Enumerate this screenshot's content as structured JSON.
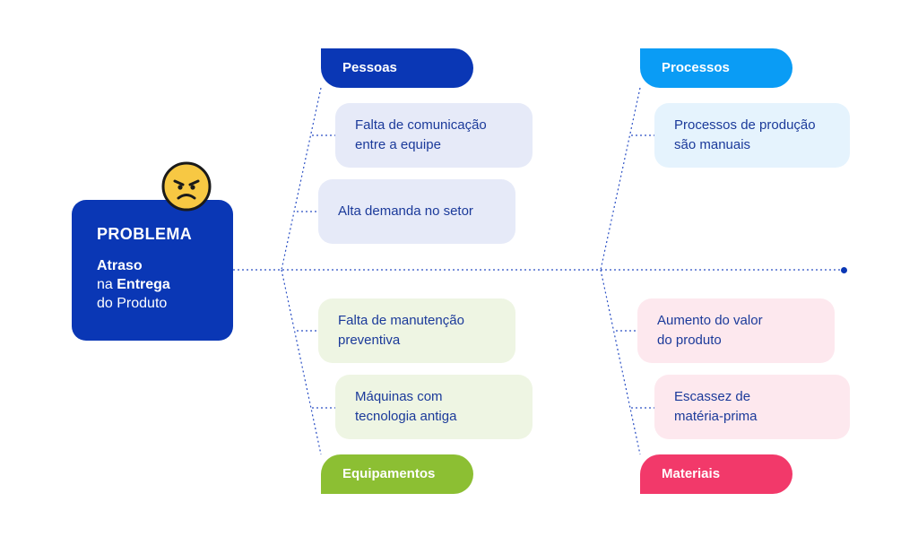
{
  "problem": {
    "title": "PROBLEMA",
    "line1": "Atraso",
    "line2_prefix": "na ",
    "line2_bold": "Entrega",
    "line3": "do Produto"
  },
  "categories": {
    "pessoas": {
      "label": "Pessoas",
      "color": "#0a37b5"
    },
    "processos": {
      "label": "Processos",
      "color": "#0a9cf5"
    },
    "equipamentos": {
      "label": "Equipamentos",
      "color": "#8cbf33"
    },
    "materiais": {
      "label": "Materiais",
      "color": "#f2396a"
    }
  },
  "causes": {
    "pessoas": [
      "Falta de comunicação\nentre a equipe",
      "Alta demanda no setor"
    ],
    "processos": [
      "Processos de produção\nsão manuais"
    ],
    "equipamentos": [
      "Falta de manutenção\npreventiva",
      "Máquinas com\ntecnologia antiga"
    ],
    "materiais": [
      "Aumento do valor\ndo produto",
      "Escassez de\nmatéria-prima"
    ]
  },
  "card_colors": {
    "pessoas": "#e6eaf8",
    "processos": "#e5f3fd",
    "equipamentos": "#eef5e3",
    "materiais": "#fde8ee"
  },
  "icon": "angry-face-icon"
}
